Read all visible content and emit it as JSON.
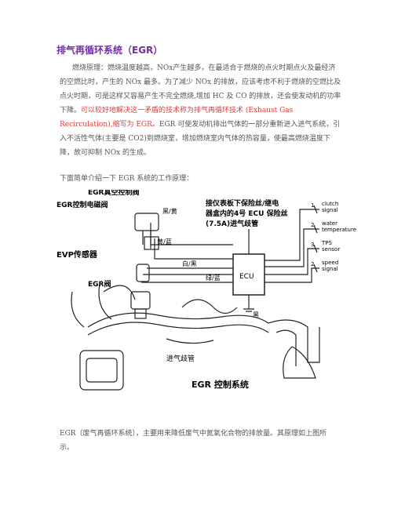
{
  "title": "排气再循环系统（EGR）",
  "para1": {
    "text_a": "燃烧原理：燃烧温度越高，NOx产生越多，在最适合于燃烧的点火时期点火及最经济的空燃比时，产生的 NOx 最多。为了减少 NOx 的排放，应该考虑不利于燃烧的空燃比及点火时期，可是这样又容易产生不完全燃烧,增加 HC 及 CO 的排放，还会使发动机的功率下降。",
    "text_red": "可以较好地解决这一矛盾的技术称为排气再循环技术 (Exhaust Gas Recirculation),缩写为 EGR",
    "text_b": "。EGR 可使发动机排出气体的一部分重新进入进气系统，引入不活性气体(主要是 CO2)到燃烧室，增加燃烧室内气体的热容量，使最高燃烧温度下降，故可抑制 NOx 的生成。"
  },
  "intro": "下面简单介绍一下 EGR 系统的工作原理：",
  "diagram": {
    "egr_vacuum_valve": "EGR真空控制阀",
    "egr_solenoid": "EGR控制电磁阀",
    "evp_sensor": "EVP传感器",
    "egr_valve": "EGR阀",
    "wire_black_yellow": "黑/黄",
    "wire_yellow_blue": "黄/蓝",
    "wire_white_black": "白/黑",
    "wire_green_blue": "绿/蓝",
    "wire_black": "黑",
    "fuse_line1": "接仪表板下保险丝/继电",
    "fuse_line2": "器盒内的4号 ECU 保险丝",
    "fuse_line3": "(7.5A)进气歧管",
    "ecu": "ECU",
    "intake_manifold": "进气歧管",
    "caption": "EGR 控制系统",
    "signals": [
      {
        "num": "1",
        "line1": "clutch",
        "line2": "signal"
      },
      {
        "num": "2",
        "line1": "water",
        "line2": "temperature"
      },
      {
        "num": "3",
        "line1": "TPS",
        "line2": "sensor"
      },
      {
        "num": "2",
        "line1": "speed",
        "line2": "signal"
      }
    ]
  },
  "para2": "EGR（废气再循环系统），主要用来降低废气中氮氧化合物的排放量。其原理如上图所示。"
}
